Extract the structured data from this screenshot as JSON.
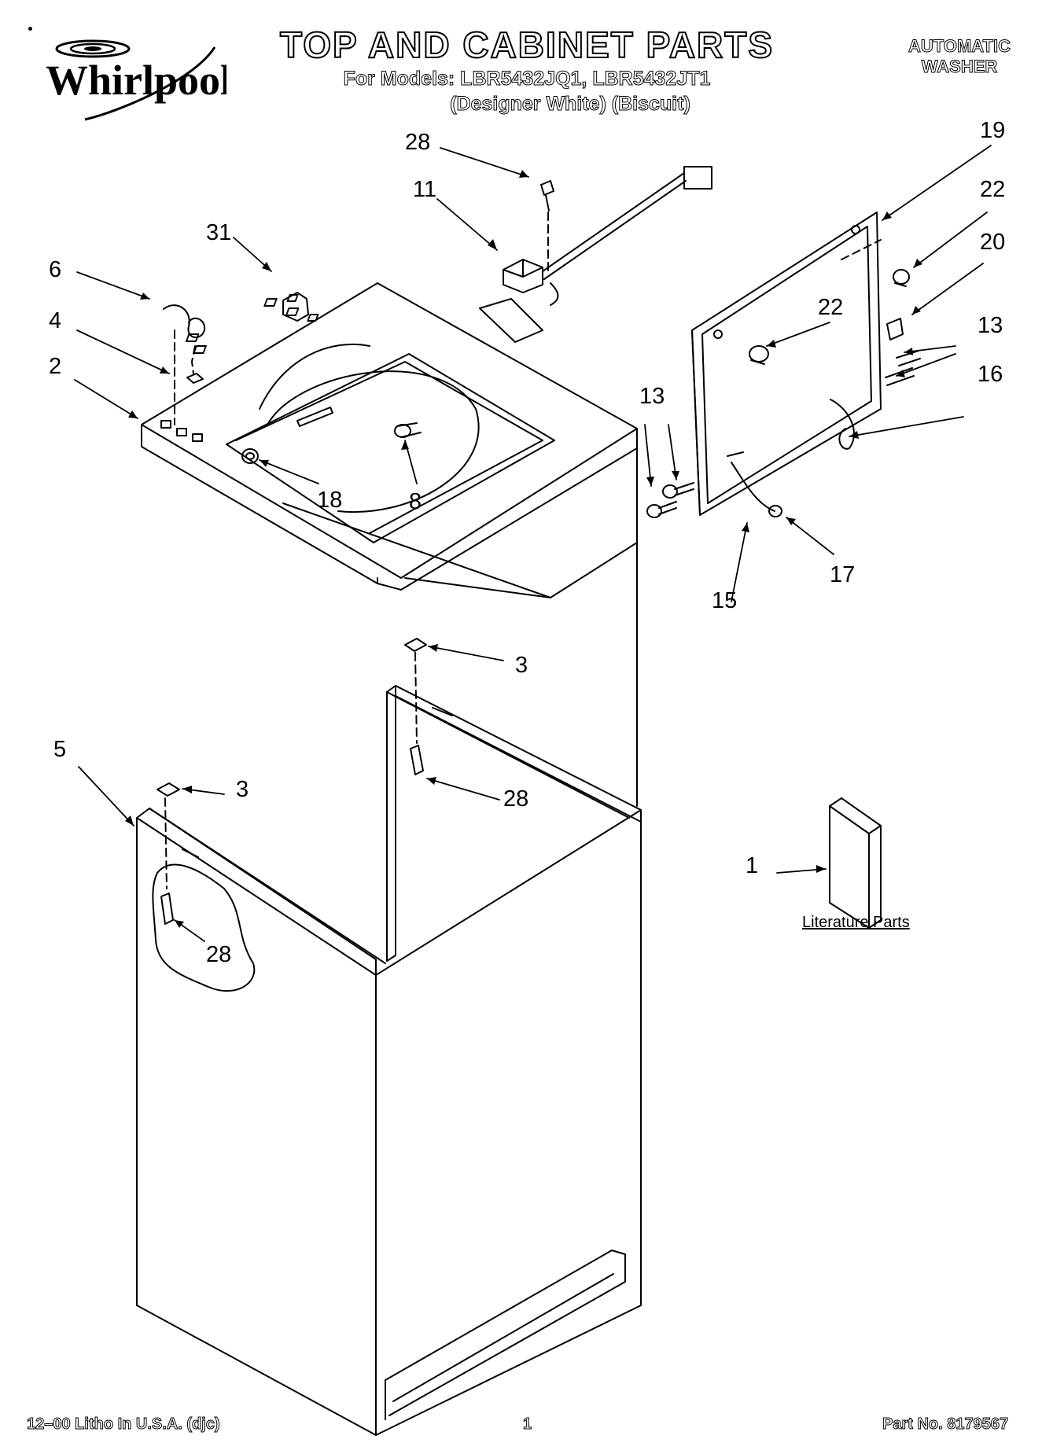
{
  "header": {
    "brand": "Whirlpool",
    "title": "TOP AND CABINET PARTS",
    "models_line": "For Models: LBR5432JQ1, LBR5432JT1",
    "variants_line": "(Designer White)  (Biscuit)",
    "product_type_line1": "AUTOMATIC",
    "product_type_line2": "WASHER"
  },
  "diagram": {
    "callouts": [
      {
        "id": "c28a",
        "label": "28"
      },
      {
        "id": "c11",
        "label": "11"
      },
      {
        "id": "c19",
        "label": "19"
      },
      {
        "id": "c22a",
        "label": "22"
      },
      {
        "id": "c20",
        "label": "20"
      },
      {
        "id": "c31",
        "label": "31"
      },
      {
        "id": "c6",
        "label": "6"
      },
      {
        "id": "c4",
        "label": "4"
      },
      {
        "id": "c2",
        "label": "2"
      },
      {
        "id": "c22b",
        "label": "22"
      },
      {
        "id": "c13a",
        "label": "13"
      },
      {
        "id": "c13b",
        "label": "13"
      },
      {
        "id": "c16",
        "label": "16"
      },
      {
        "id": "c18",
        "label": "18"
      },
      {
        "id": "c8",
        "label": "8"
      },
      {
        "id": "c17",
        "label": "17"
      },
      {
        "id": "c15",
        "label": "15"
      },
      {
        "id": "c3a",
        "label": "3"
      },
      {
        "id": "c5",
        "label": "5"
      },
      {
        "id": "c3b",
        "label": "3"
      },
      {
        "id": "c28b",
        "label": "28"
      },
      {
        "id": "c1",
        "label": "1"
      },
      {
        "id": "c28c",
        "label": "28"
      }
    ],
    "literature_label": "Literature Parts"
  },
  "footer": {
    "print_info": "12–00 Litho In U.S.A. (djc)",
    "page_number": "1",
    "part_number": "Part No. 8179567"
  }
}
